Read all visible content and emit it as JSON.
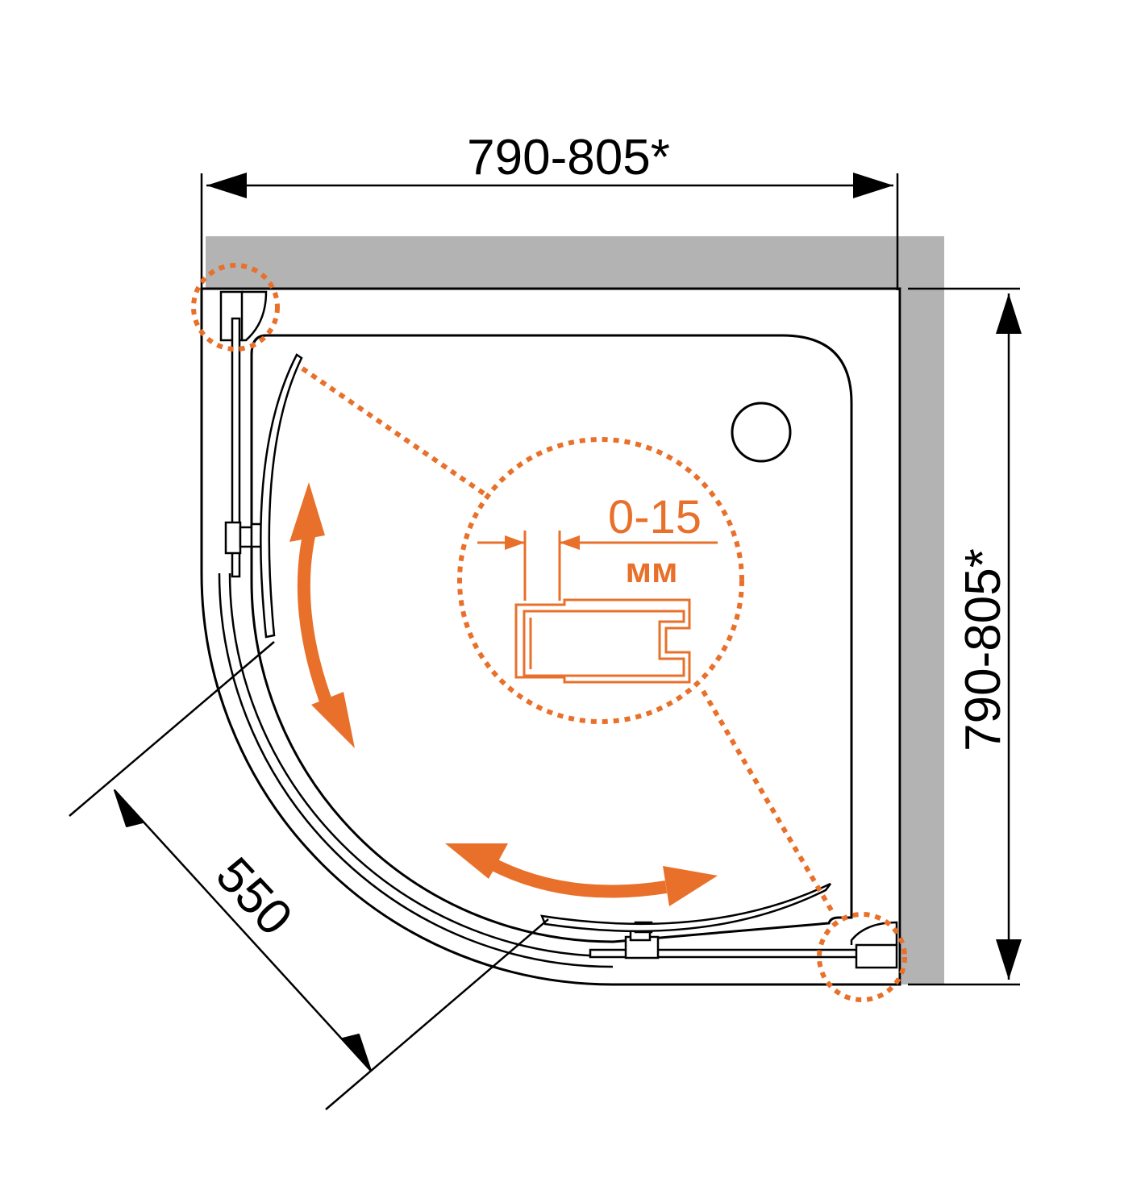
{
  "dimensions": {
    "width_label": "790-805*",
    "depth_label": "790-805*",
    "door_label": "550"
  },
  "detail": {
    "tolerance_value": "0-15",
    "tolerance_unit": "мм"
  },
  "colors": {
    "wall": "#b3b3b3",
    "accent": "#e8702a",
    "line": "#000000"
  }
}
